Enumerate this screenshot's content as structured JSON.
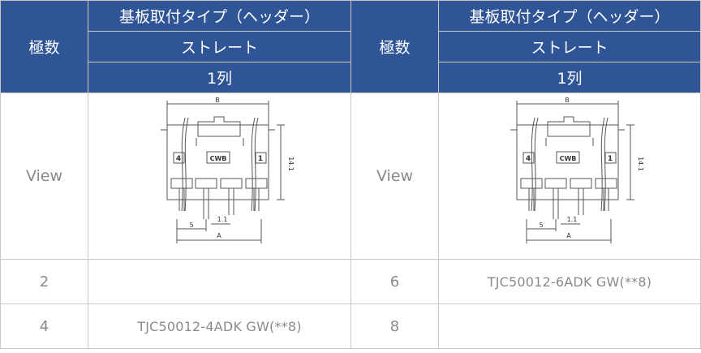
{
  "headers": {
    "pole_count": "極数",
    "mount_type": "基板取付タイプ（ヘッダー）",
    "shape": "ストレート",
    "rows": "1列"
  },
  "view_label": "View",
  "drawing": {
    "dim_b": "B",
    "dim_a": "A",
    "dim_height": "14.1",
    "dim_pitch": "5",
    "dim_pin": "1.1",
    "brand": "CWB",
    "pin_first": "1",
    "pin_last": "4"
  },
  "rows": [
    {
      "left_poles": "2",
      "left_part": "",
      "right_poles": "6",
      "right_part": "TJC50012-6ADK GW(**8)"
    },
    {
      "left_poles": "4",
      "left_part": "TJC50012-4ADK GW(**8)",
      "right_poles": "8",
      "right_part": ""
    }
  ]
}
